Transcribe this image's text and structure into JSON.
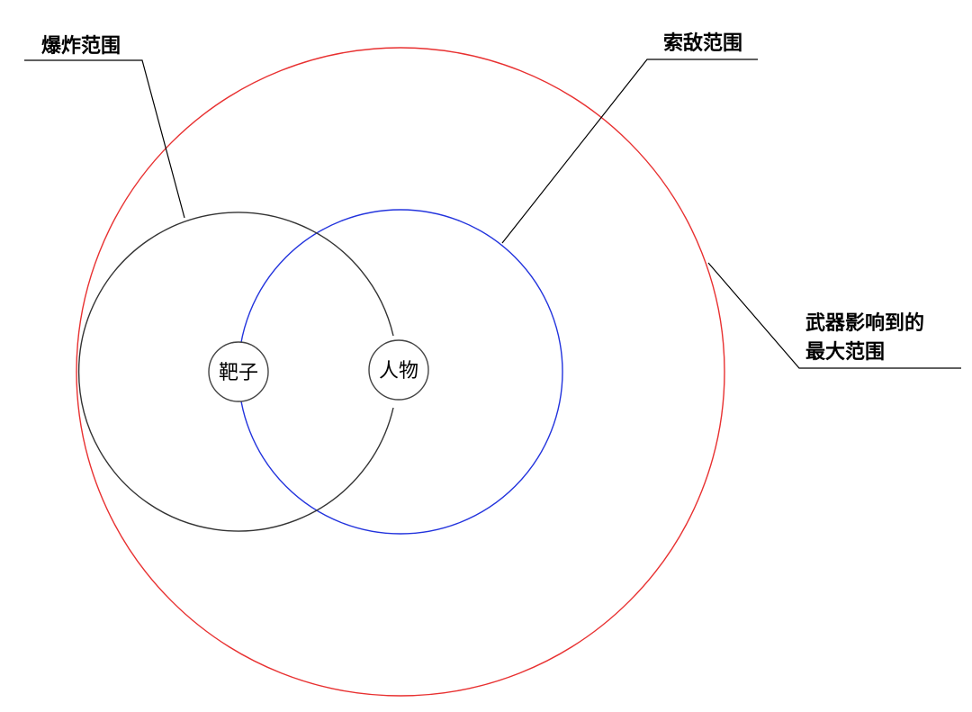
{
  "diagram": {
    "labels": {
      "blast_radius": "爆炸范围",
      "search_radius": "索敌范围",
      "max_range_line1": "武器影响到的",
      "max_range_line2": "最大范围"
    },
    "nodes": {
      "target": "靶子",
      "character": "人物"
    },
    "colors": {
      "blast_circle": "#333333",
      "search_circle": "#2233dd",
      "max_range_circle": "#e83030",
      "node_circle": "#444444",
      "leader_line": "#000000"
    }
  }
}
